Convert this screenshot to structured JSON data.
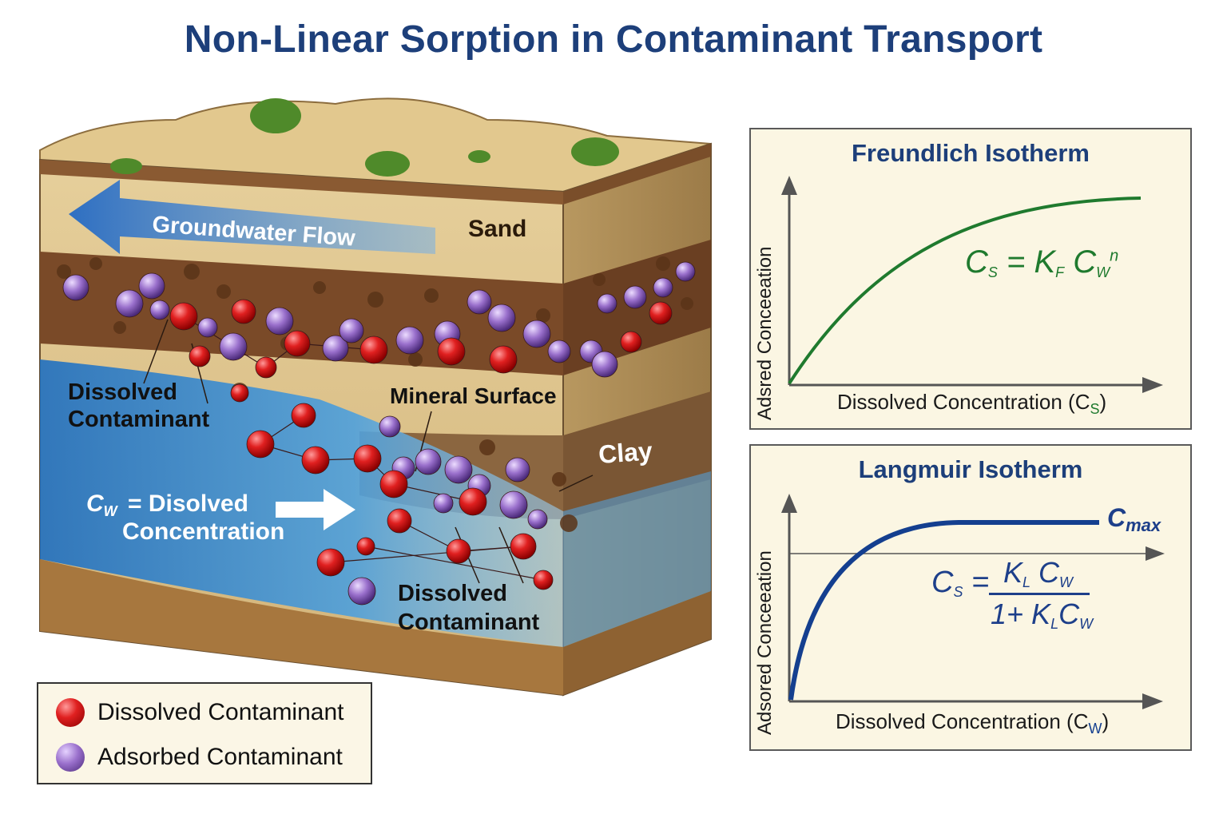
{
  "title": "Non-Linear Sorption in Contaminant Transport",
  "block": {
    "flow_label": "Groundwater Flow",
    "sand_label": "Sand",
    "clay_label": "Clay",
    "mineral_label": "Mineral Surface",
    "dissolved_left_1": "Dissolved",
    "dissolved_left_2": "Contaminant",
    "dissolved_bottom_1": "Dissolved",
    "dissolved_bottom_2": "Contaminant",
    "cw_line1": "= Disolved",
    "cw_line2": "Concentration",
    "cw_symbol": "C",
    "cw_sub": "W"
  },
  "freundlich": {
    "title": "Freundlich Isotherm",
    "ylabel": "Adsred Conceeation",
    "xlabel": "Dissolved Concentration (C",
    "xlabel_sub": "S",
    "xlabel_end": ")",
    "eq_lhs": "C",
    "eq_lhs_sub": "S",
    "eq_mid": " = K",
    "eq_k_sub": "F",
    "eq_c": " C",
    "eq_c_sub": "W",
    "eq_exp": "n"
  },
  "langmuir": {
    "title": "Langmuir Isotherm",
    "ylabel": "Adsored Conceeation",
    "xlabel": "Dissolved Concentration (C",
    "xlabel_sub": "W",
    "xlabel_end": ")",
    "eq_lhs": "C",
    "eq_lhs_sub": "S",
    "eq_eq": " =",
    "num": "K",
    "num_sub1": "L",
    "num_c": " C",
    "num_sub2": "W",
    "den": "1+ K",
    "den_sub1": "L",
    "den_c": "C",
    "den_sub2": "W",
    "cmax": "C",
    "cmax_sub": "max"
  },
  "legend": {
    "dissolved": "Dissolved Contaminant",
    "adsorbed": "Adsorbed Contaminant"
  },
  "colors": {
    "title": "#1d3f7a",
    "freundlich_curve": "#1f7a2e",
    "langmuir_curve": "#143f8f",
    "dissolved": "#e02020",
    "adsorbed": "#9a70cc",
    "water": "#3a8fd0"
  }
}
